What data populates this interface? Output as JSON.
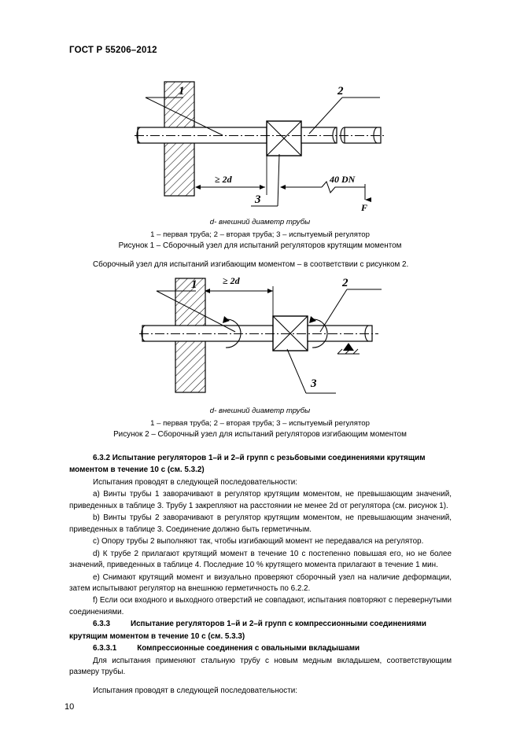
{
  "document": {
    "standard_header": "ГОСТ Р 55206–2012",
    "page_number": "10"
  },
  "figure1": {
    "labels": {
      "callout_1": "1",
      "callout_2": "2",
      "callout_3": "3",
      "dim_left": "≥ 2d",
      "dim_right": "40  DN",
      "force": "F"
    },
    "note": "d- внешний диаметр трубы",
    "legend": "1 – первая труба;  2 – вторая труба;  3 – испытуемый регулятор",
    "caption": "Рисунок 1 – Сборочный узел для испытаний регуляторов крутящим моментом"
  },
  "mid_paragraph": "Сборочный узел для испытаний изгибающим моментом – в соответствии с рисунком 2.",
  "figure2": {
    "labels": {
      "callout_1": "1",
      "callout_2": "2",
      "callout_3": "3",
      "dim_top": "≥ 2d"
    },
    "note": "d- внешний диаметр трубы",
    "legend": "1 – первая труба;  2 – вторая труба;  3 – испытуемый регулятор",
    "caption": "Рисунок 2 – Сборочный узел для испытаний регуляторов изгибающим моментом"
  },
  "body": {
    "section_632_heading_line1": "6.3.2 Испытание регуляторов 1–й и 2–й групп с резьбовыми соединениями крутящим",
    "section_632_heading_line2": "моментом в течение 10 с (см.  5.3.2)",
    "intro_632": "Испытания проводят в следующей последовательности:",
    "item_a": "a) Винты трубы 1 заворачивают в регулятор крутящим моментом, не превышающим значений, приведенных в таблице 3. Трубу 1 закрепляют на расстоянии не менее 2d от регулятора (см. рисунок 1).",
    "item_b": "b) Винты трубы 2 заворачивают в регулятор крутящим моментом, не превышающим значений, приведенных в таблице 3. Соединение должно быть герметичным.",
    "item_c": "c) Опору трубы 2 выполняют так, чтобы изгибающий момент не передавался на регулятор.",
    "item_d": "d) К трубе 2 прилагают крутящий момент в течение 10 с постепенно повышая его, но не более значений, приведенных в таблице 4. Последние 10 % крутящего момента прилагают в течение 1 мин.",
    "item_e": "e)  Снимают  крутящий  момент  и  визуально  проверяют  сборочный  узел  на  наличие деформации, затем испытывают регулятор на внешнюю герметичность по 6.2.2.",
    "item_f": "f)  Если  оси  входного  и  выходного  отверстий  не  совпадают,  испытания  повторяют  с перевернутыми соединениями.",
    "section_633_number": "6.3.3",
    "section_633_heading_line1": "Испытание  регуляторов  1–й  и  2–й  групп  с  компрессионными  соединениями",
    "section_633_heading_line2": "крутящим моментом в течение 10 с (см. 5.3.3)",
    "section_6331_number": "6.3.3.1",
    "section_6331_heading": "Компрессионные соединения с овальными вкладышами",
    "para_6331": "Для  испытания  применяют  стальную  трубу  с  новым  медным  вкладышем,  соответствующим размеру трубы.",
    "intro_6331": "Испытания проводят в следующей последовательности:"
  }
}
